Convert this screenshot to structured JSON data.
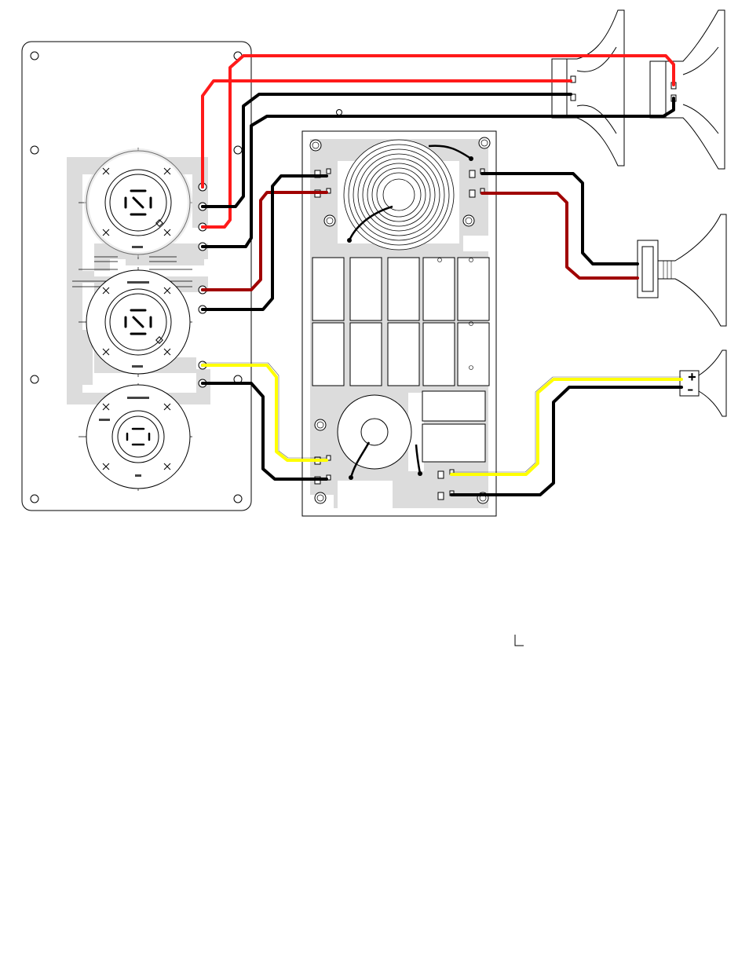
{
  "diagram": {
    "terminal_polarity": {
      "plus": "+",
      "minus": "–"
    },
    "wire_colors": {
      "red": "#ff1a1a",
      "dark_red": "#a00000",
      "black": "#000000",
      "yellow": "#ffff00"
    },
    "board_shade": "#dcdcdc",
    "components": [
      "input-panel",
      "speakon-connector-top",
      "speakon-connector-middle",
      "speakon-connector-bottom",
      "crossover-board",
      "air-core-inductor",
      "ferrite-inductor",
      "capacitor-bank",
      "mid-horn-driver",
      "high-mid-horn-driver",
      "tweeter"
    ]
  }
}
